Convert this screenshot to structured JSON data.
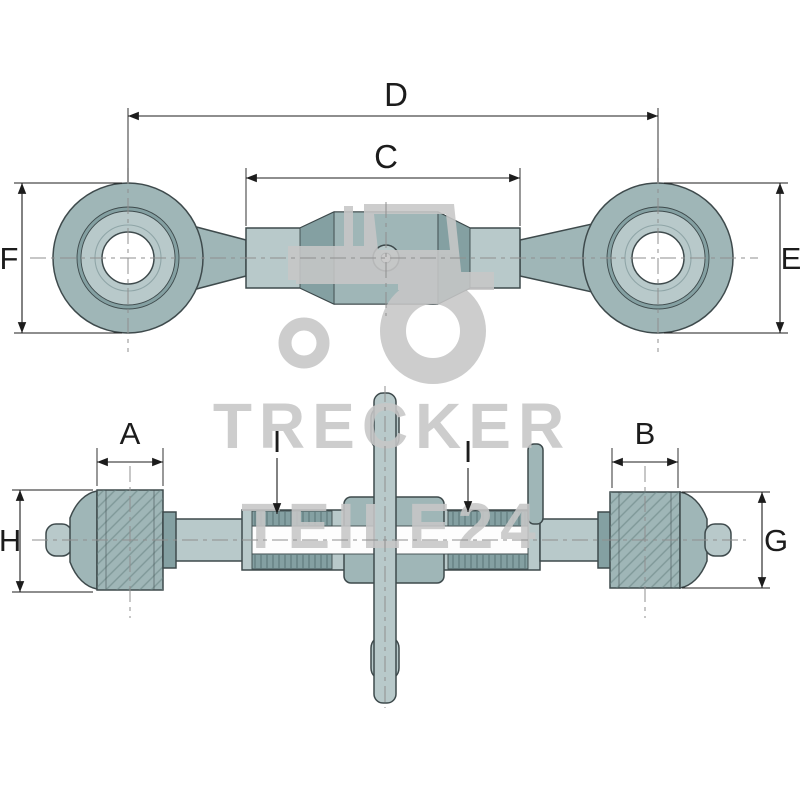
{
  "drawing": {
    "background": "#ffffff",
    "views": {
      "side_view": {
        "dimension_letters": [
          "D",
          "C",
          "F",
          "E"
        ]
      },
      "section_view": {
        "dimension_letters": [
          "A",
          "I",
          "I",
          "B",
          "H",
          "G"
        ]
      }
    }
  },
  "labels": {
    "D": "D",
    "C": "C",
    "F": "F",
    "E": "E",
    "A": "A",
    "B": "B",
    "H": "H",
    "G": "G",
    "I_left": "I",
    "I_right": "I"
  },
  "watermark": {
    "line1": "TRECKER",
    "line2": "TEILE24",
    "color": "#c7c7c7",
    "icon": "tractor-icon"
  },
  "colors": {
    "part_light": "#b8c9ca",
    "part_mid": "#9fb6b7",
    "part_dark": "#84a0a2",
    "outline": "#3e4a4c",
    "dimension": "#1c1c1c",
    "centerline": "#8f8f8f",
    "watermark": "#c7c7c7",
    "background": "#ffffff"
  }
}
